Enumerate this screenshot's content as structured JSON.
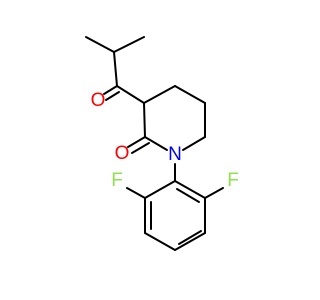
{
  "molecule": {
    "atoms": {
      "oxygen_ketone": "O",
      "oxygen_lactam": "O",
      "nitrogen": "N",
      "fluorine_left": "F",
      "fluorine_right": "F"
    },
    "colors": {
      "oxygen": "#ff0000",
      "nitrogen": "#0000ff",
      "fluorine": "#90e050",
      "bond": "#000000",
      "background": "#ffffff"
    }
  }
}
